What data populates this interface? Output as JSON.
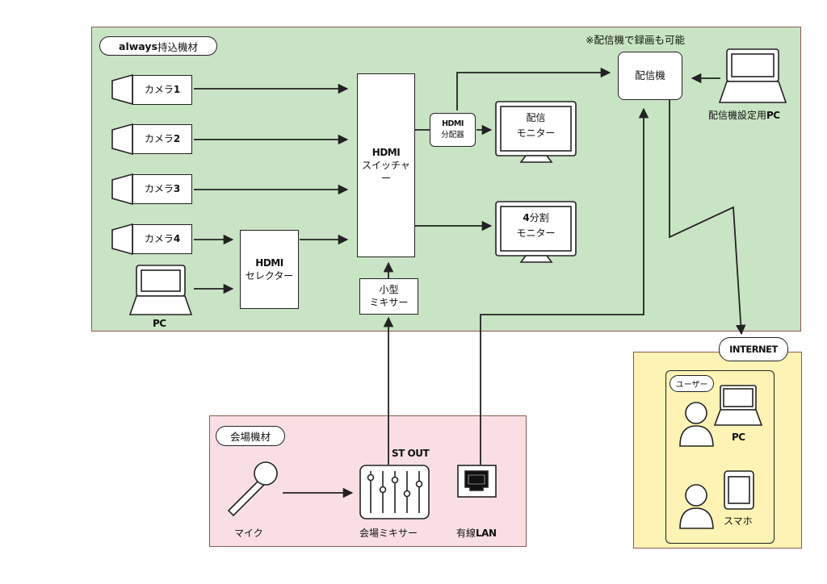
{
  "colors": {
    "always_zone": "#c9e4c4",
    "venue_zone": "#f9dfe3",
    "internet_zone": "#fcf3b4",
    "zone_border": "#8a5a52",
    "line": "#222222"
  },
  "note": "※配信機で録画も可能",
  "always": {
    "title_bold": "always",
    "title_rest": "持込機材"
  },
  "cameras": [
    {
      "name": "カメラ",
      "num": "1"
    },
    {
      "name": "カメラ",
      "num": "2"
    },
    {
      "name": "カメラ",
      "num": "3"
    },
    {
      "name": "カメラ",
      "num": "4"
    }
  ],
  "pc": "PC",
  "hdmi_selector": {
    "title": "HDMI",
    "sub": "セレクター"
  },
  "hdmi_switcher": {
    "title": "HDMI",
    "sub": "スイッチャー"
  },
  "small_mixer": {
    "line1": "小型",
    "line2": "ミキサー"
  },
  "hdmi_splitter": {
    "title": "HDMI",
    "sub": "分配器"
  },
  "monitor_stream": {
    "line1": "配信",
    "line2": "モニター"
  },
  "monitor_quad": {
    "num": "4",
    "rest": "分割",
    "line2": "モニター"
  },
  "encoder": "配信機",
  "encoder_pc": {
    "text": "配信機設定用",
    "bold": "PC"
  },
  "internet": "INTERNET",
  "venue": {
    "title": "会場機材",
    "mic": "マイク",
    "mixer": "会場ミキサー",
    "st_out": "ST OUT",
    "lan_text": "有線",
    "lan_bold": "LAN"
  },
  "user_area": {
    "title": "ユーザー",
    "pc": "PC",
    "phone": "スマホ"
  }
}
